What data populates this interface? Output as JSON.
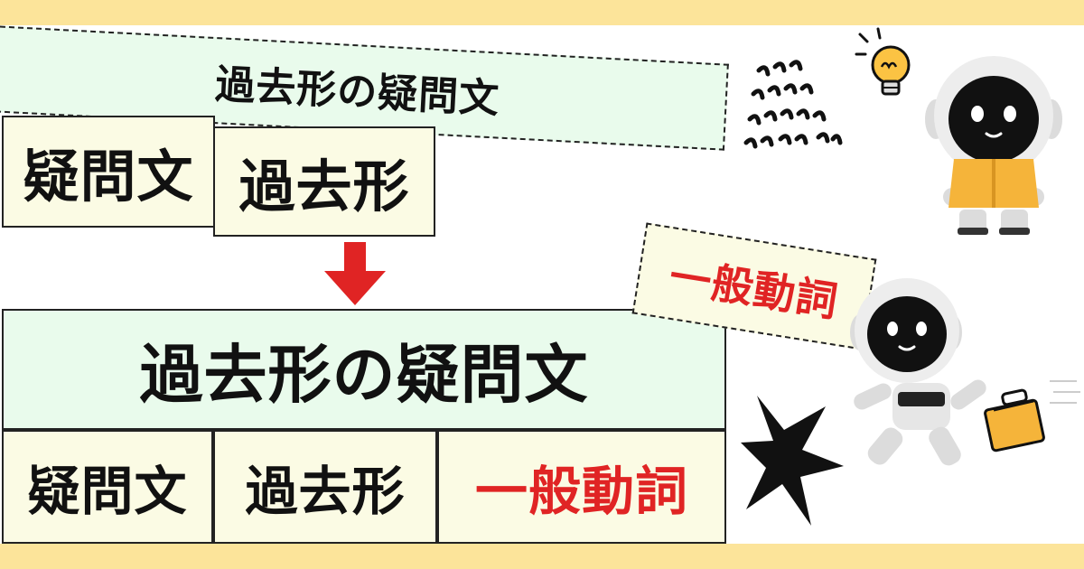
{
  "banner": {
    "title": "過去形の疑問文"
  },
  "row1": {
    "question": "疑問文",
    "past": "過去形"
  },
  "main": {
    "title": "過去形の疑問文"
  },
  "row2": {
    "question": "疑問文",
    "past": "過去形",
    "verb": "一般動詞"
  },
  "tag": {
    "verb": "一般動詞"
  },
  "colors": {
    "accent_red": "#e02424",
    "stripe": "#fce49a",
    "mint": "#e9fbec",
    "cream": "#fbfbe4",
    "robot_orange": "#f5b43a"
  },
  "icons": [
    "down-arrow-icon",
    "lightbulb-icon",
    "thinking-lines-icon",
    "robot-character",
    "robot-running-character",
    "burst-icon",
    "package-icon"
  ]
}
